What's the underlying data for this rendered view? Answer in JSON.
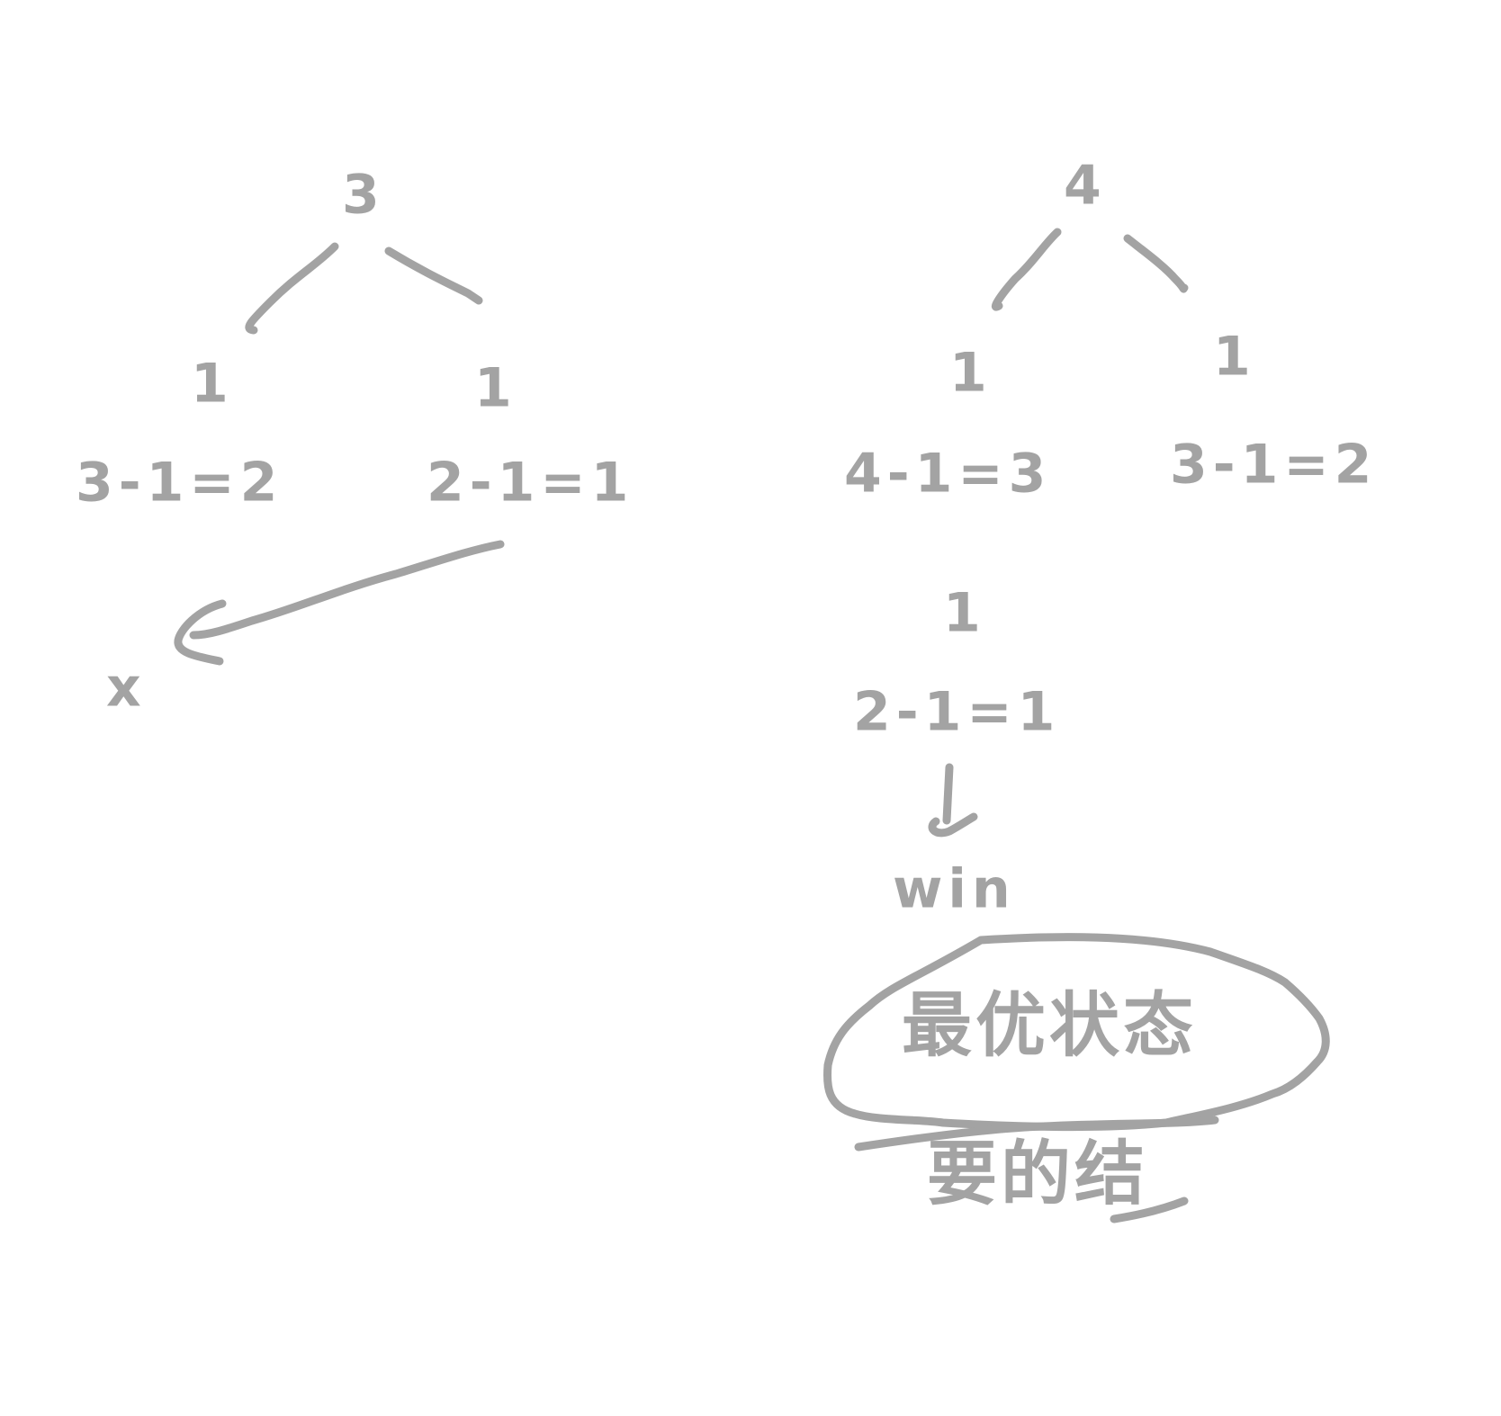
{
  "left_tree": {
    "root": "3",
    "left_edge": "1",
    "left_child": "3-1=2",
    "right_edge": "1",
    "right_child": "2-1=1",
    "result": "x"
  },
  "right_tree": {
    "root": "4",
    "left_edge": "1",
    "left_child": "4-1=3",
    "right_edge": "1",
    "right_child": "3-1=2",
    "grandchild_edge": "1",
    "grandchild": "2-1=1",
    "result": "win",
    "circled_note": "最优状态",
    "underline_note": "要的结"
  },
  "colors": {
    "ink": "#a3a3a3",
    "background": "#ffffff"
  }
}
